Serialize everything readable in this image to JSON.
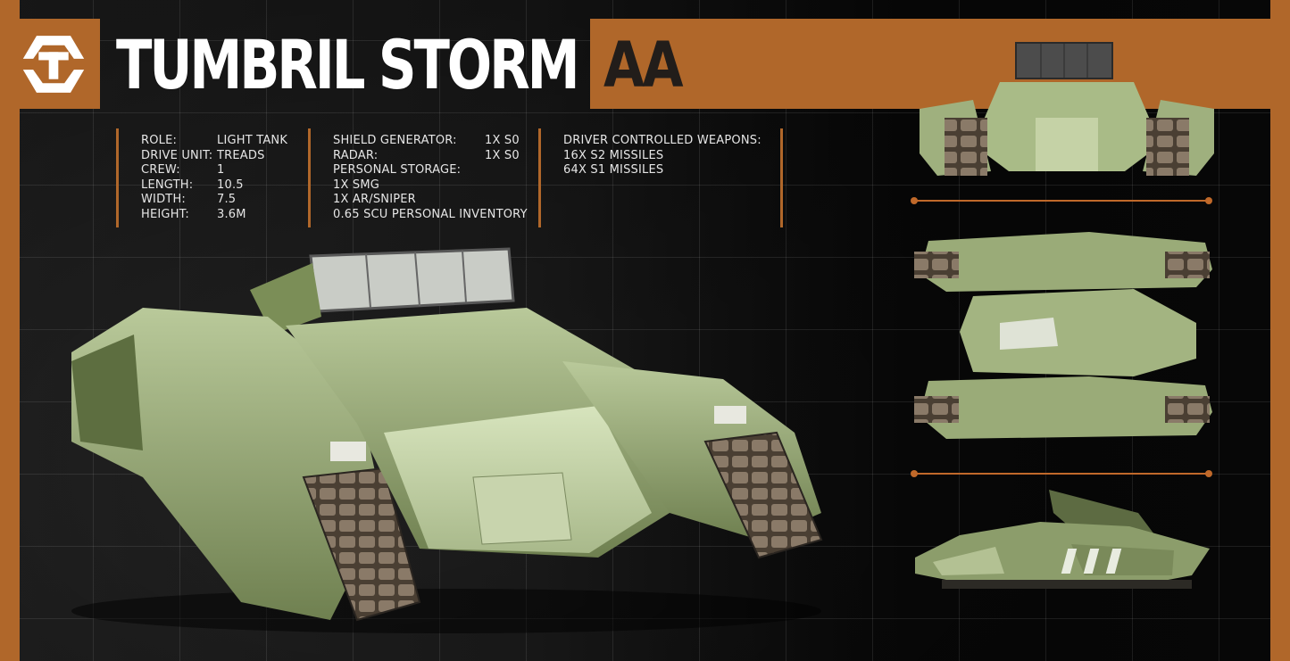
{
  "header": {
    "brand_logo": "tumbril-logo-icon",
    "title": "TUMBRIL STORM",
    "variant": "AA"
  },
  "colors": {
    "accent": "#b0672a",
    "background": "#1e1e1e",
    "text": "#e6e6e6",
    "variant_text": "#221d1a",
    "vehicle_green": "#8e9f6c"
  },
  "specs": {
    "general": [
      {
        "label": "ROLE:",
        "value": "LIGHT TANK"
      },
      {
        "label": "DRIVE UNIT:",
        "value": "TREADS"
      },
      {
        "label": "CREW:",
        "value": "1"
      },
      {
        "label": "LENGTH:",
        "value": "10.5"
      },
      {
        "label": "WIDTH:",
        "value": "7.5"
      },
      {
        "label": "HEIGHT:",
        "value": "3.6M"
      }
    ],
    "systems": [
      {
        "label": "SHIELD GENERATOR:",
        "value": "1X S0"
      },
      {
        "label": "RADAR:",
        "value": "1X S0"
      },
      {
        "label": "PERSONAL STORAGE:",
        "value": ""
      },
      {
        "label": "1X SMG",
        "value": ""
      },
      {
        "label": "1X AR/SNIPER",
        "value": ""
      },
      {
        "label": "0.65 SCU PERSONAL INVENTORY",
        "value": ""
      }
    ],
    "weapons": [
      "DRIVER CONTROLLED WEAPONS:",
      "16X S2 MISSILES",
      "64X S1 MISSILES"
    ]
  },
  "views": {
    "main": "perspective-view",
    "front": "front-view",
    "top": "top-view",
    "side": "side-view"
  }
}
